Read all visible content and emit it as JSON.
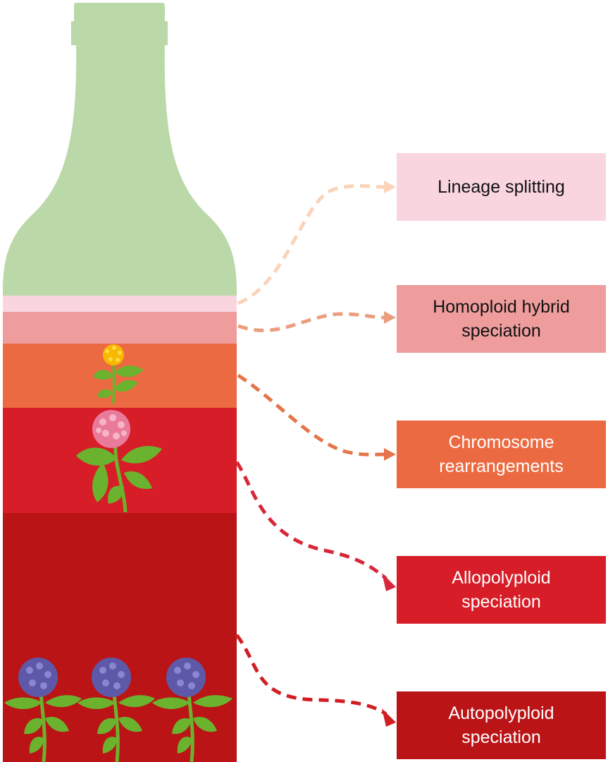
{
  "labels": [
    {
      "id": "lineage-splitting",
      "text": "Lineage splitting",
      "fill": "#F9D5E0",
      "text_color": "#111111"
    },
    {
      "id": "homoploid-hybrid-speciation",
      "text": "Homoploid hybrid\nspeciation",
      "fill": "#EE9C9C",
      "text_color": "#111111"
    },
    {
      "id": "chromosome-rearrangements",
      "text": "Chromosome\nrearrangements",
      "fill": "#EC6A41",
      "text_color": "#ffffff"
    },
    {
      "id": "allopolyploid-speciation",
      "text": "Allopolyploid\nspeciation",
      "fill": "#D71D27",
      "text_color": "#ffffff"
    },
    {
      "id": "autopolyploid-speciation",
      "text": "Autopolyploid\nspeciation",
      "fill": "#BA1416",
      "text_color": "#ffffff"
    }
  ],
  "colors": {
    "bottle_glass": "#BAD8A8",
    "arrow_lineage": "#FAD3B8",
    "arrow_homoploid": "#EA9E7E",
    "arrow_chromosome": "#E6744A",
    "arrow_allopolyploid": "#D6283A",
    "arrow_autopolyploid": "#D11E24",
    "leaf": "#6BB32E",
    "flower_yellow": "#F6B800",
    "flower_pink": "#E97A9A",
    "flower_blue": "#5D59A8"
  }
}
